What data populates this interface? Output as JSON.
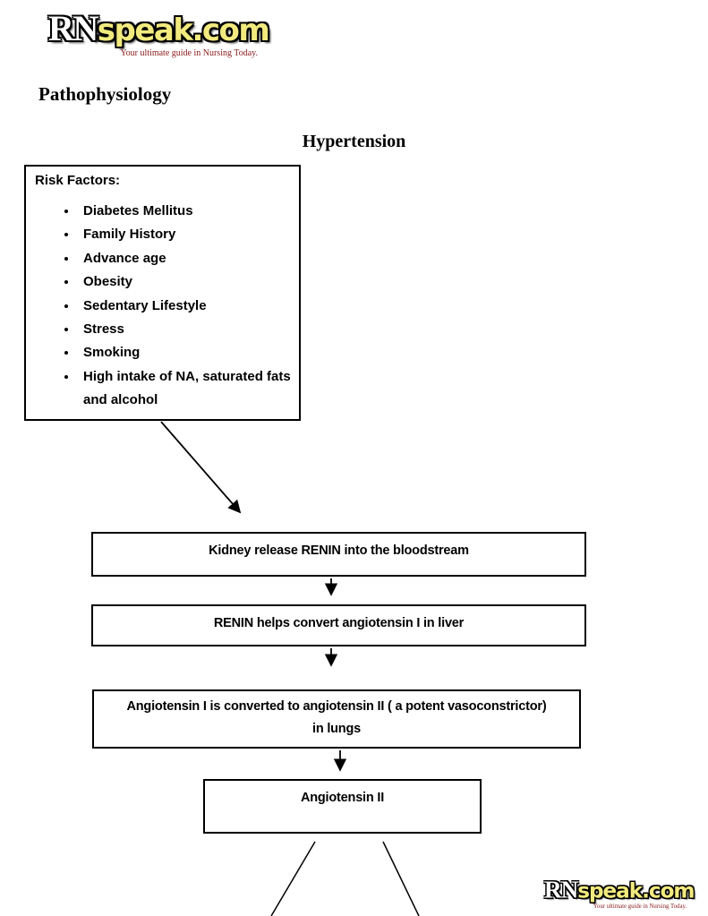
{
  "logo": {
    "name_prefix": "RN",
    "name_suffix": "speak.com",
    "tagline": "Your ultimate guide in Nursing Today.",
    "prefix_color": "#ffffff",
    "suffix_color": "#f2ea7e",
    "tagline_color": "#8b1a1a"
  },
  "page": {
    "section_heading": "Pathophysiology",
    "diagram_title": "Hypertension"
  },
  "risk_factors": {
    "label": "Risk Factors:",
    "items": [
      "Diabetes Mellitus",
      "Family History",
      "Advance age",
      "Obesity",
      "Sedentary Lifestyle",
      "Stress",
      "Smoking",
      "High intake of NA, saturated fats and alcohol"
    ]
  },
  "flowchart": {
    "steps": [
      {
        "label": "Kidney release RENIN into the bloodstream"
      },
      {
        "label": "RENIN helps convert angiotensin I in liver"
      },
      {
        "label": "Angiotensin I is converted to angiotensin II ( a potent vasoconstrictor)",
        "label_line2": "in lungs"
      },
      {
        "label": "Angiotensin II"
      }
    ]
  },
  "colors": {
    "line": "#000000",
    "background": "#ffffff"
  }
}
